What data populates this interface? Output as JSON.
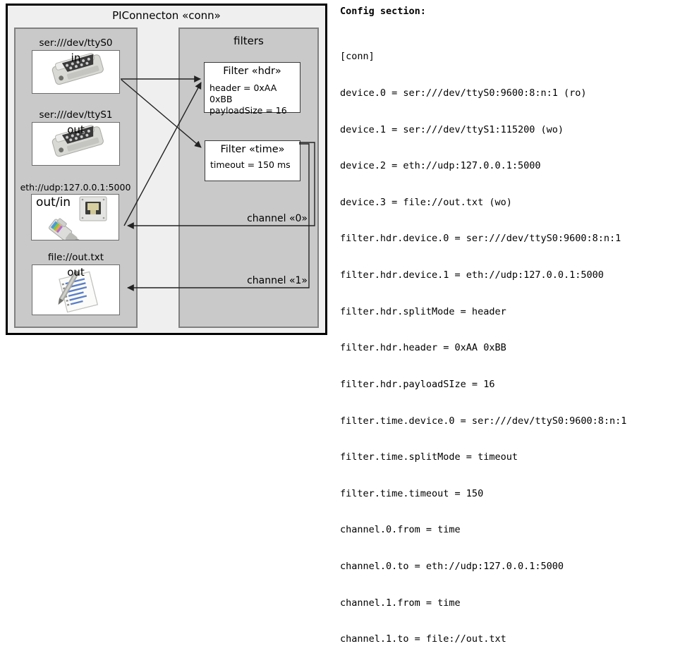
{
  "diagram": {
    "title": "PIConnecton «conn»",
    "panels": {
      "devices": {
        "title": "",
        "items": [
          {
            "label": "ser:///dev/ttyS0",
            "direction": "in",
            "icon": "serial-port-icon"
          },
          {
            "label": "ser:///dev/ttyS1",
            "direction": "out",
            "icon": "serial-port-icon"
          },
          {
            "label": "eth://udp:127.0.0.1:5000",
            "direction": "out/in",
            "icon": "ethernet-jack-icon"
          },
          {
            "label": "file://out.txt",
            "direction": "out",
            "icon": "text-file-icon"
          }
        ]
      },
      "filters": {
        "title": "filters",
        "items": [
          {
            "title": "Filter «hdr»",
            "props": [
              "header = 0xAA 0xBB",
              "payloadSize = 16"
            ]
          },
          {
            "title": "Filter «time»",
            "props": [
              "timeout = 150 ms"
            ]
          }
        ],
        "channels": [
          {
            "label": "channel «0»"
          },
          {
            "label": "channel «1»"
          }
        ]
      }
    },
    "colors": {
      "outer_border": "#000000",
      "outer_fill": "#efefef",
      "panel_fill": "#c9c9c9",
      "panel_border": "#808080",
      "box_fill": "#ffffff",
      "box_border": "#3a3a3a",
      "connector": "#222222"
    }
  },
  "config": {
    "heading": "Config section:",
    "lines": [
      "[conn]",
      "device.0 = ser:///dev/ttyS0:9600:8:n:1 (ro)",
      "device.1 = ser:///dev/ttyS1:115200 (wo)",
      "device.2 = eth://udp:127.0.0.1:5000",
      "device.3 = file://out.txt (wo)",
      "filter.hdr.device.0 = ser:///dev/ttyS0:9600:8:n:1",
      "filter.hdr.device.1 = eth://udp:127.0.0.1:5000",
      "filter.hdr.splitMode = header",
      "filter.hdr.header = 0xAA 0xBB",
      "filter.hdr.payloadSIze = 16",
      "filter.time.device.0 = ser:///dev/ttyS0:9600:8:n:1",
      "filter.time.splitMode = timeout",
      "filter.time.timeout = 150",
      "channel.0.from = time",
      "channel.0.to = eth://udp:127.0.0.1:5000",
      "channel.1.from = time",
      "channel.1.to = file://out.txt"
    ]
  }
}
